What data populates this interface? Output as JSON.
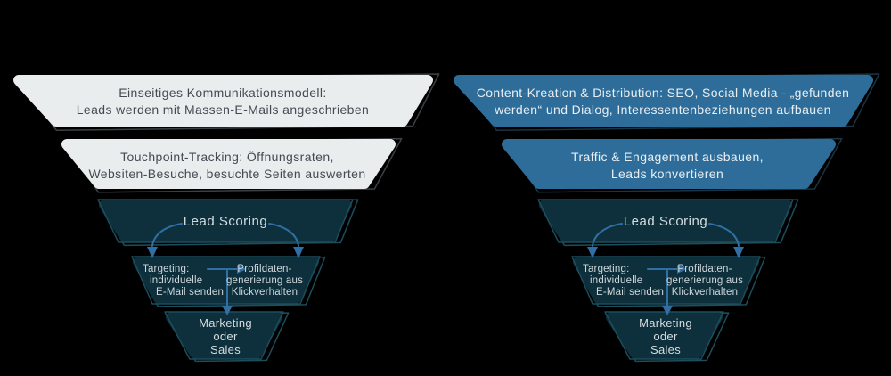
{
  "colors": {
    "background": "#000000",
    "gray_level_fill": "#eaedee",
    "gray_level_text": "#444b52",
    "gray_offset_outline": "#3b4043",
    "blue_level_fill": "#2e6d9a",
    "blue_level_text": "#e9eef2",
    "blue_offset_outline": "#1b3342",
    "dark_level_fill": "#0d303c",
    "dark_level_rim": "#1d4e5c",
    "dark_level_text": "#d5dce0",
    "arrow": "#2f6fa4"
  },
  "left_funnel": {
    "level1_line1": "Einseitiges Kommunikationsmodell:",
    "level1_line2": "Leads werden mit Massen-E-Mails angeschrieben",
    "level2_line1": "Touchpoint-Tracking: Öffnungsraten,",
    "level2_line2": "Websiten-Besuche, besuchte Seiten auswerten",
    "level3_label": "Lead Scoring",
    "level4_left_line1": "Targeting:",
    "level4_left_line2": "individuelle",
    "level4_left_line3": "E-Mail senden",
    "level4_right_line1": "Profildaten-",
    "level4_right_line2": "generierung aus",
    "level4_right_line3": "Klickverhalten",
    "level5_line1": "Marketing",
    "level5_line2": "oder",
    "level5_line3": "Sales"
  },
  "right_funnel": {
    "level1_line1": "Content-Kreation & Distribution: SEO, Social Media - „gefunden",
    "level1_line2": "werden“ und Dialog, Interessentenbeziehungen aufbauen",
    "level2_line1": "Traffic & Engagement ausbauen,",
    "level2_line2": "Leads konvertieren",
    "level3_label": "Lead Scoring",
    "level4_left_line1": "Targeting:",
    "level4_left_line2": "individuelle",
    "level4_left_line3": "E-Mail senden",
    "level4_right_line1": "Profildaten-",
    "level4_right_line2": "generierung aus",
    "level4_right_line3": "Klickverhalten",
    "level5_line1": "Marketing",
    "level5_line2": "oder",
    "level5_line3": "Sales"
  }
}
